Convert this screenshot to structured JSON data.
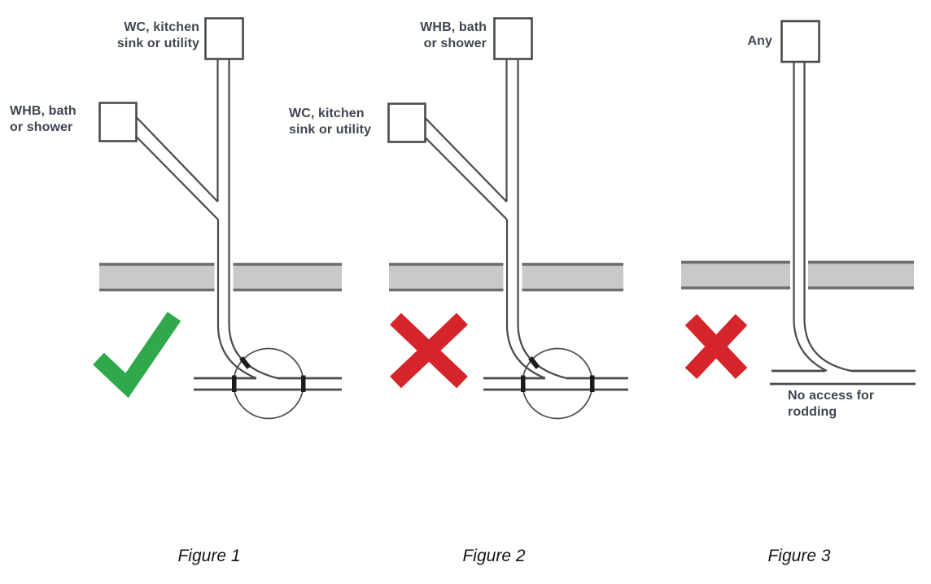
{
  "colors": {
    "check_green": "#2fa94c",
    "cross_red": "#d6242b",
    "diagram_line": "#4a4a4a",
    "junction_tick": "#1c1c1c",
    "slab_fill": "#c9c9c9",
    "slab_edge": "#6e6e6e",
    "label_text": "#3f4652",
    "caption_text": "#141414"
  },
  "figures": [
    {
      "caption": "Figure 1",
      "verdict_icon": "check-icon",
      "stack_label": "WC, kitchen\nsink or utility",
      "branch_label": "WHB, bath\nor shower"
    },
    {
      "caption": "Figure 2",
      "verdict_icon": "cross-icon",
      "stack_label": "WHB, bath\nor shower",
      "branch_label": "WC, kitchen\nsink or utility"
    },
    {
      "caption": "Figure 3",
      "verdict_icon": "cross-icon",
      "stack_label": "Any",
      "note": "No access for\nrodding"
    }
  ]
}
